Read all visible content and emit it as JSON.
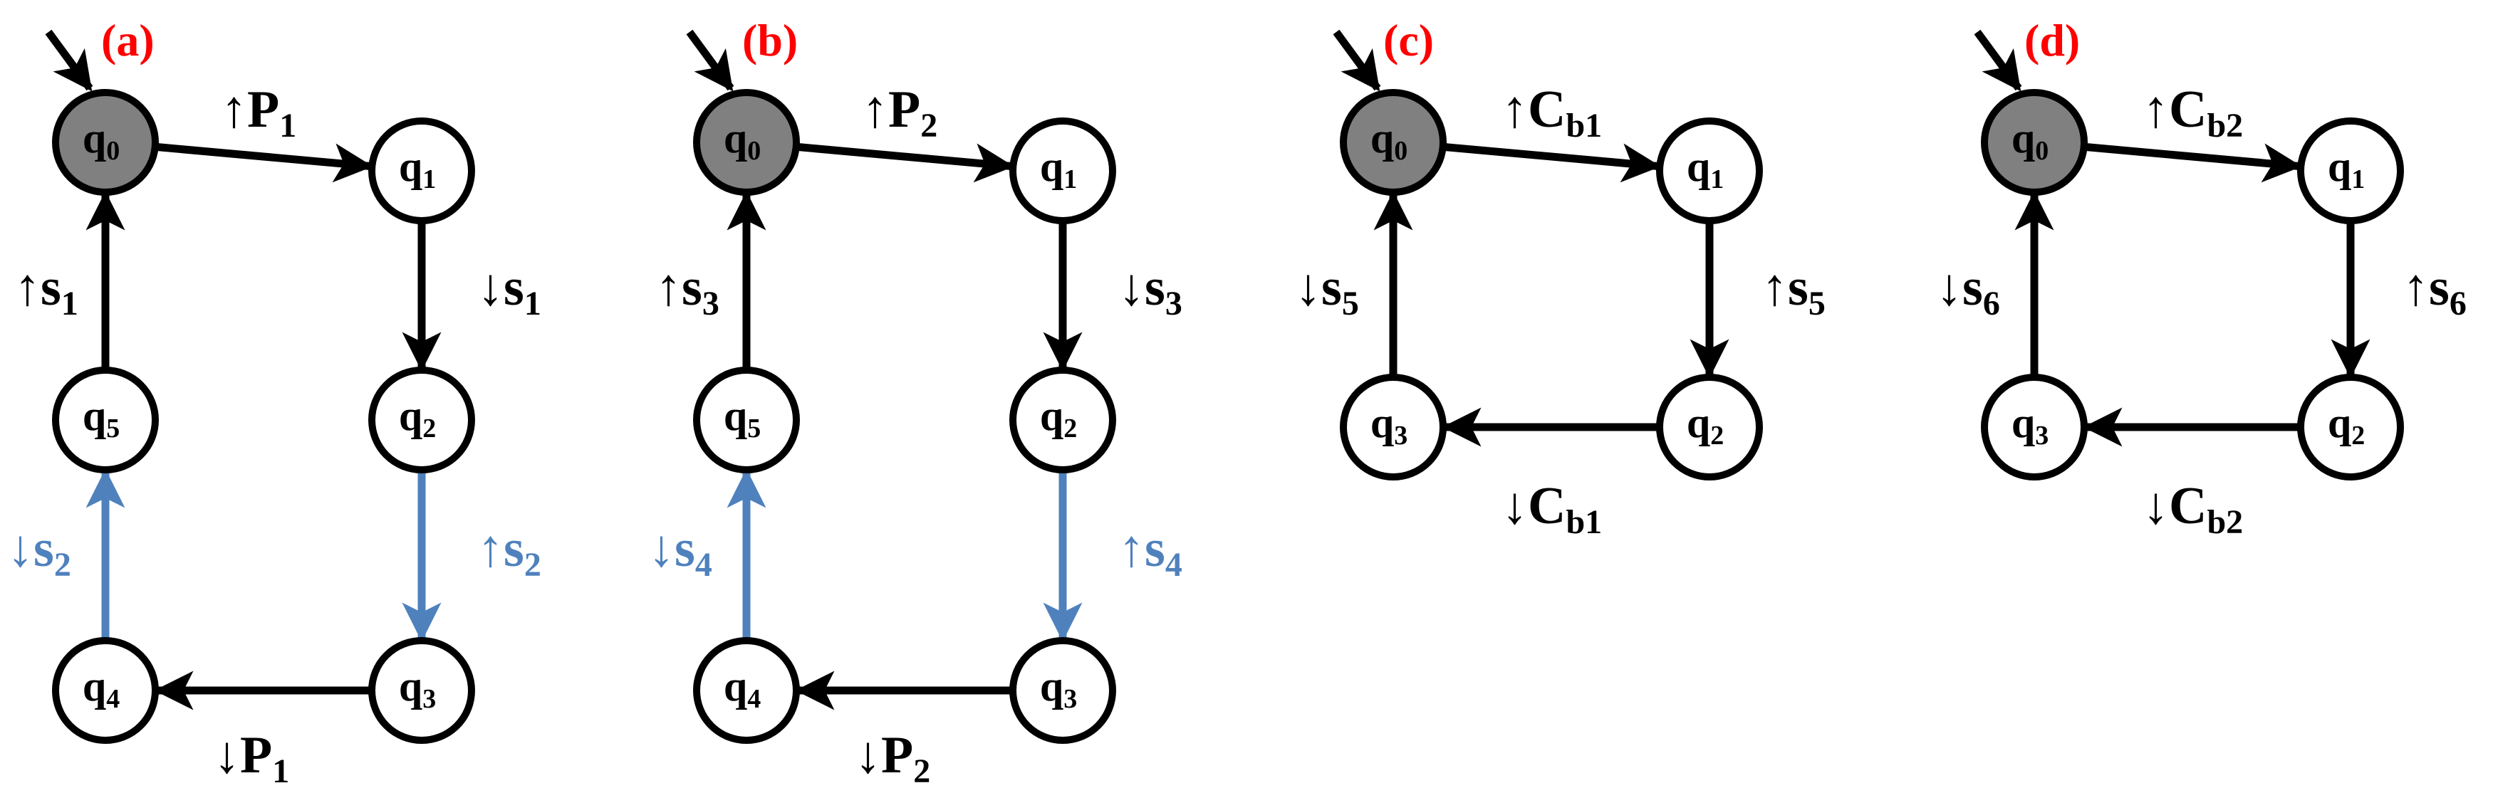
{
  "colors": {
    "label_red": "#ff0000",
    "initial_fill": "#808080",
    "state_fill": "#ffffff",
    "black": "#000000",
    "blue": "#4f81bd"
  },
  "panels": [
    {
      "label": "(a)",
      "states": [
        {
          "id": "q0",
          "base": "q",
          "sub": "0",
          "initial": true
        },
        {
          "id": "q1",
          "base": "q",
          "sub": "1"
        },
        {
          "id": "q2",
          "base": "q",
          "sub": "2"
        },
        {
          "id": "q3",
          "base": "q",
          "sub": "3"
        },
        {
          "id": "q4",
          "base": "q",
          "sub": "4"
        },
        {
          "id": "q5",
          "base": "q",
          "sub": "5"
        }
      ],
      "transitions": [
        {
          "from": "q0",
          "to": "q1",
          "arrow": "↑",
          "base": "P",
          "sub": "1",
          "color": "black"
        },
        {
          "from": "q1",
          "to": "q2",
          "arrow": "↓",
          "base": "s",
          "sub": "1",
          "color": "black"
        },
        {
          "from": "q2",
          "to": "q3",
          "arrow": "↑",
          "base": "s",
          "sub": "2",
          "color": "blue"
        },
        {
          "from": "q3",
          "to": "q4",
          "arrow": "↓",
          "base": "P",
          "sub": "1",
          "color": "black"
        },
        {
          "from": "q4",
          "to": "q5",
          "arrow": "↓",
          "base": "s",
          "sub": "2",
          "color": "blue"
        },
        {
          "from": "q5",
          "to": "q0",
          "arrow": "↑",
          "base": "s",
          "sub": "1",
          "color": "black"
        }
      ]
    },
    {
      "label": "(b)",
      "states": [
        {
          "id": "q0",
          "base": "q",
          "sub": "0",
          "initial": true
        },
        {
          "id": "q1",
          "base": "q",
          "sub": "1"
        },
        {
          "id": "q2",
          "base": "q",
          "sub": "2"
        },
        {
          "id": "q3",
          "base": "q",
          "sub": "3"
        },
        {
          "id": "q4",
          "base": "q",
          "sub": "4"
        },
        {
          "id": "q5",
          "base": "q",
          "sub": "5"
        }
      ],
      "transitions": [
        {
          "from": "q0",
          "to": "q1",
          "arrow": "↑",
          "base": "P",
          "sub": "2",
          "color": "black"
        },
        {
          "from": "q1",
          "to": "q2",
          "arrow": "↓",
          "base": "s",
          "sub": "3",
          "color": "black"
        },
        {
          "from": "q2",
          "to": "q3",
          "arrow": "↑",
          "base": "s",
          "sub": "4",
          "color": "blue"
        },
        {
          "from": "q3",
          "to": "q4",
          "arrow": "↓",
          "base": "P",
          "sub": "2",
          "color": "black"
        },
        {
          "from": "q4",
          "to": "q5",
          "arrow": "↓",
          "base": "s",
          "sub": "4",
          "color": "blue"
        },
        {
          "from": "q5",
          "to": "q0",
          "arrow": "↑",
          "base": "s",
          "sub": "3",
          "color": "black"
        }
      ]
    },
    {
      "label": "(c)",
      "states": [
        {
          "id": "q0",
          "base": "q",
          "sub": "0",
          "initial": true
        },
        {
          "id": "q1",
          "base": "q",
          "sub": "1"
        },
        {
          "id": "q2",
          "base": "q",
          "sub": "2"
        },
        {
          "id": "q3",
          "base": "q",
          "sub": "3"
        }
      ],
      "transitions": [
        {
          "from": "q0",
          "to": "q1",
          "arrow": "↑",
          "base": "C",
          "sub": "b1",
          "color": "black"
        },
        {
          "from": "q1",
          "to": "q2",
          "arrow": "↑",
          "base": "s",
          "sub": "5",
          "color": "black"
        },
        {
          "from": "q2",
          "to": "q3",
          "arrow": "↓",
          "base": "C",
          "sub": "b1",
          "color": "black"
        },
        {
          "from": "q3",
          "to": "q0",
          "arrow": "↓",
          "base": "s",
          "sub": "5",
          "color": "black"
        }
      ]
    },
    {
      "label": "(d)",
      "states": [
        {
          "id": "q0",
          "base": "q",
          "sub": "0",
          "initial": true
        },
        {
          "id": "q1",
          "base": "q",
          "sub": "1"
        },
        {
          "id": "q2",
          "base": "q",
          "sub": "2"
        },
        {
          "id": "q3",
          "base": "q",
          "sub": "3"
        }
      ],
      "transitions": [
        {
          "from": "q0",
          "to": "q1",
          "arrow": "↑",
          "base": "C",
          "sub": "b2",
          "color": "black"
        },
        {
          "from": "q1",
          "to": "q2",
          "arrow": "↑",
          "base": "s",
          "sub": "6",
          "color": "black"
        },
        {
          "from": "q2",
          "to": "q3",
          "arrow": "↓",
          "base": "C",
          "sub": "b2",
          "color": "black"
        },
        {
          "from": "q3",
          "to": "q0",
          "arrow": "↓",
          "base": "s",
          "sub": "6",
          "color": "black"
        }
      ]
    }
  ]
}
